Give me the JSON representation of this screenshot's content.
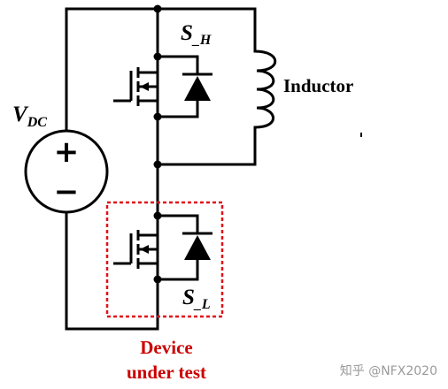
{
  "labels": {
    "source_main": "V",
    "source_sub": "DC",
    "high_switch_main": "S",
    "high_switch_sub": "_H",
    "low_switch_main": "S",
    "low_switch_sub": "_L",
    "inductor": "Inductor",
    "dut_line1": "Device",
    "dut_line2": "under test",
    "source_plus": "+",
    "source_minus": "−",
    "watermark": "知乎 @NFX2020"
  },
  "colors": {
    "wire": "#000000",
    "dut_box": "#e0101a",
    "dut_text": "#cc0000",
    "watermark": "#9a9a9a"
  }
}
